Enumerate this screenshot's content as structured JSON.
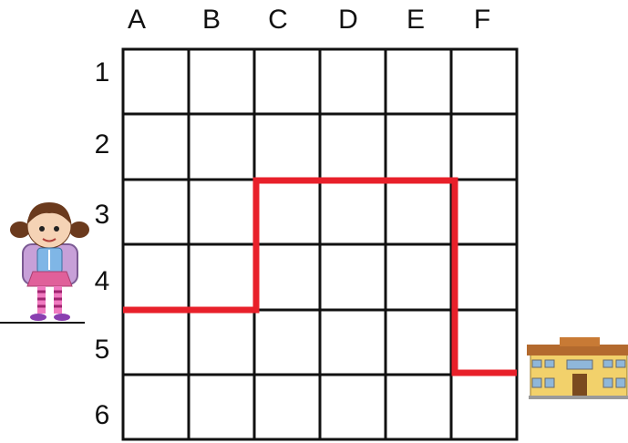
{
  "grid": {
    "columns": [
      "A",
      "B",
      "C",
      "D",
      "E",
      "F"
    ],
    "rows": [
      "1",
      "2",
      "3",
      "4",
      "5",
      "6"
    ]
  },
  "path": {
    "color": "#e8202a",
    "points": [
      [
        "A",
        "4/5"
      ],
      [
        "C",
        "4/5"
      ],
      [
        "C",
        "2/3"
      ],
      [
        "F",
        "2/3"
      ],
      [
        "F",
        "5/6"
      ],
      [
        "school",
        "5/6"
      ]
    ]
  },
  "colors": {
    "grid": "#111111",
    "path": "#e8202a"
  },
  "icons": {
    "girl": "girl-with-backpack-icon",
    "school": "school-building-icon"
  }
}
